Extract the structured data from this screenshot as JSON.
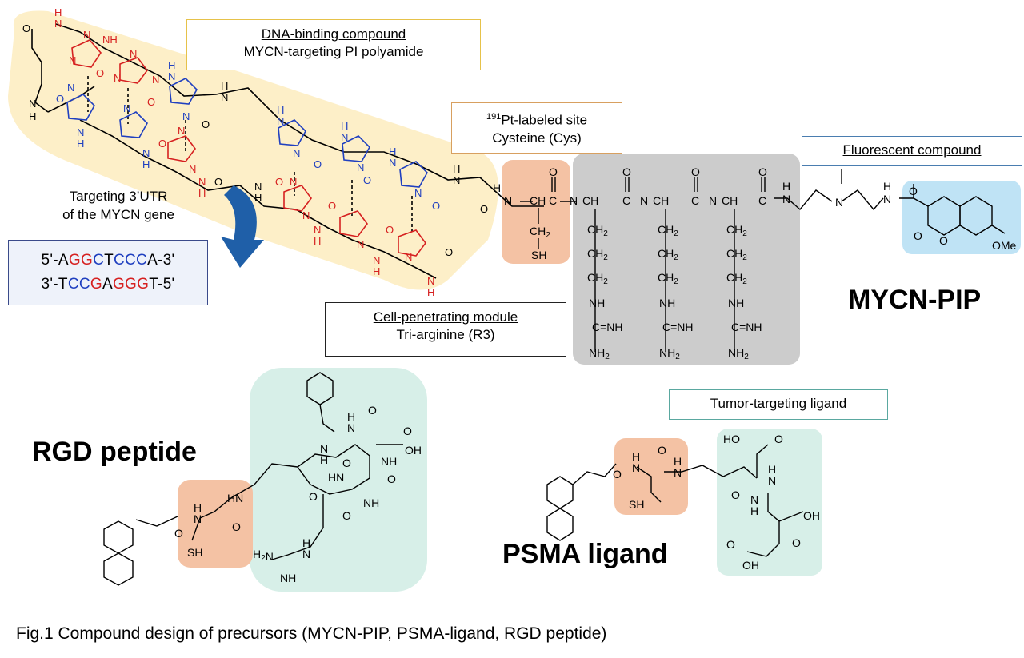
{
  "labels": {
    "dna_title": "DNA-binding compound",
    "dna_sub": "MYCN-targeting PI polyamide",
    "pt_sup": "191",
    "pt_title_rest": "Pt-labeled site",
    "pt_sub": "Cysteine (Cys)",
    "fluor_title": "Fluorescent compound",
    "cpm_title": "Cell-penetrating module",
    "cpm_sub": "Tri-arginine (R3)",
    "tumor_title": "Tumor-targeting ligand"
  },
  "targeting": {
    "line1": "Targeting 3’UTR",
    "line2": "of the MYCN gene"
  },
  "sequence": {
    "top": [
      {
        "t": "5'-A",
        "c": "k"
      },
      {
        "t": "GG",
        "c": "r"
      },
      {
        "t": "C",
        "c": "b"
      },
      {
        "t": "T",
        "c": "k"
      },
      {
        "t": "CCC",
        "c": "b"
      },
      {
        "t": "A-3'",
        "c": "k"
      }
    ],
    "bottom": [
      {
        "t": "3'-T",
        "c": "k"
      },
      {
        "t": "CC",
        "c": "b"
      },
      {
        "t": "G",
        "c": "r"
      },
      {
        "t": "A",
        "c": "k"
      },
      {
        "t": "GGG",
        "c": "r"
      },
      {
        "t": "T-5'",
        "c": "k"
      }
    ]
  },
  "compound_titles": {
    "mycn": "MYCN-PIP",
    "rgd": "RGD peptide",
    "psma": "PSMA ligand"
  },
  "atoms": {
    "N": "N",
    "H": "H",
    "O": "O",
    "NH": "NH",
    "HN": "HN",
    "OH": "OH",
    "HO": "HO",
    "SH": "SH",
    "CH2": "CH2",
    "NH2": "NH2",
    "H2N": "H2N",
    "CNH": "C=NH",
    "CH": "CH",
    "C": "C",
    "OMe": "OMe"
  },
  "colors": {
    "imidazole_red": "#d62020",
    "pyrrole_blue": "#2040c0",
    "polyamide_bg": "#fdefc8",
    "cys_bg": "#f4c2a4",
    "r3_bg": "#cccccc",
    "fluor_bg": "#bfe3f5",
    "ligand_bg": "#d7efe8"
  },
  "caption": "Fig.1 Compound  design of precursors (MYCN-PIP, PSMA-ligand,  RGD peptide)"
}
